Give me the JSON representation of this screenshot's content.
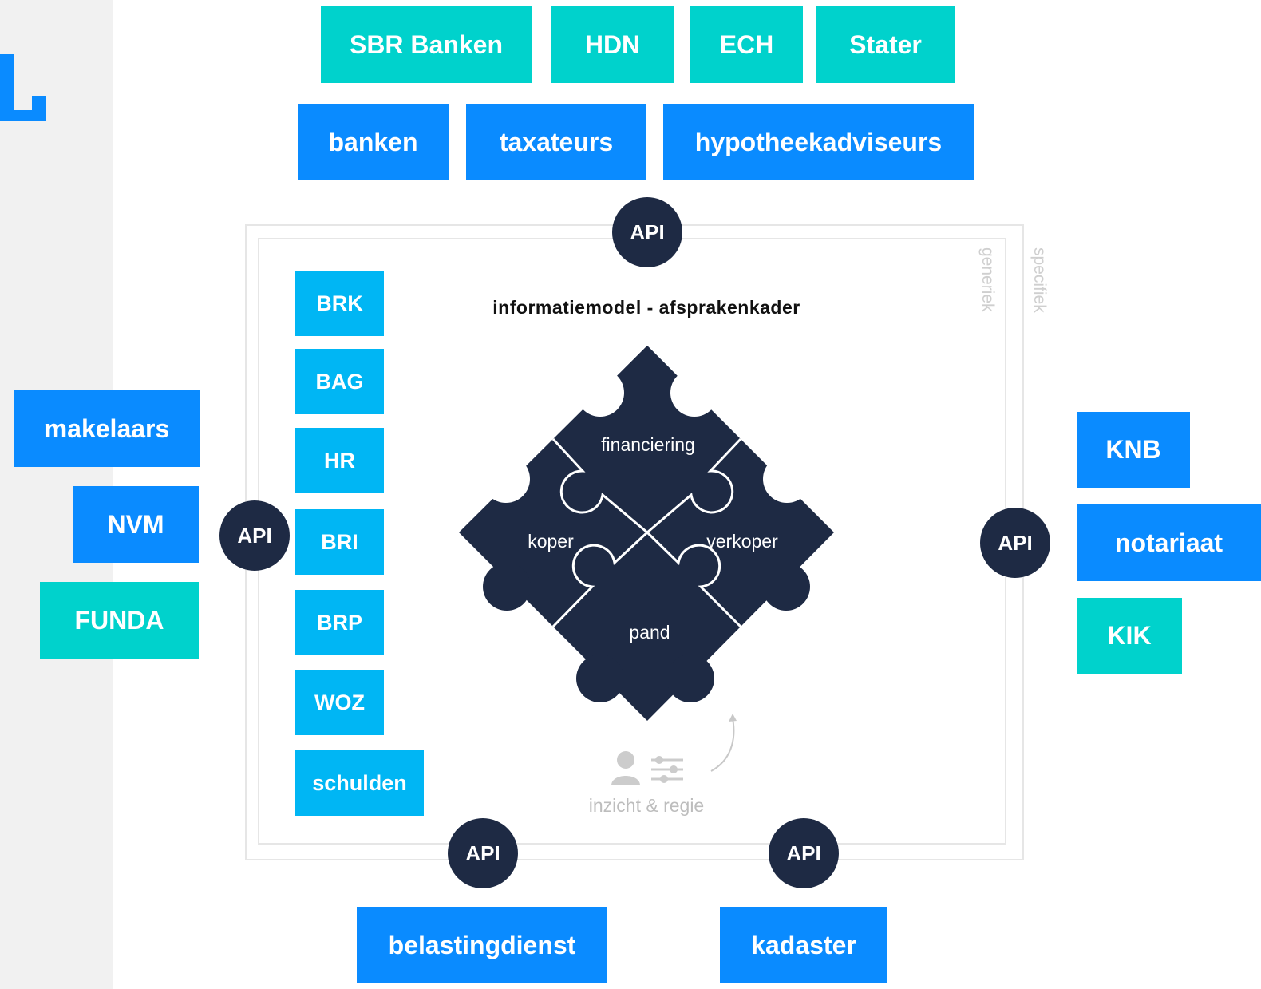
{
  "colors": {
    "blue": "#0a8bff",
    "teal": "#00d2cc",
    "light_blue": "#00b6f4",
    "navy": "#1e2a44",
    "frame": "#e6e6e6"
  },
  "top": {
    "row1": [
      "SBR Banken",
      "HDN",
      "ECH",
      "Stater"
    ],
    "row2": [
      "banken",
      "taxateurs",
      "hypotheekadviseurs"
    ]
  },
  "left": {
    "items": [
      "makelaars",
      "NVM",
      "FUNDA"
    ]
  },
  "right": {
    "items": [
      "KNB",
      "notariaat",
      "KIK"
    ]
  },
  "bottom": {
    "items": [
      "belastingdienst",
      "kadaster"
    ]
  },
  "api_label": "API",
  "registers": [
    "BRK",
    "BAG",
    "HR",
    "BRI",
    "BRP",
    "WOZ",
    "schulden"
  ],
  "frame_labels": {
    "inner": "generiek",
    "outer": "specifiek"
  },
  "model": {
    "title": "informatiemodel - afsprakenkader",
    "pieces": {
      "top": "financiering",
      "left": "koper",
      "right": "verkoper",
      "bottom": "pand"
    }
  },
  "control": {
    "label": "inzicht & regie",
    "icons": [
      "person-icon",
      "sliders-icon",
      "curved-arrow-icon"
    ]
  }
}
